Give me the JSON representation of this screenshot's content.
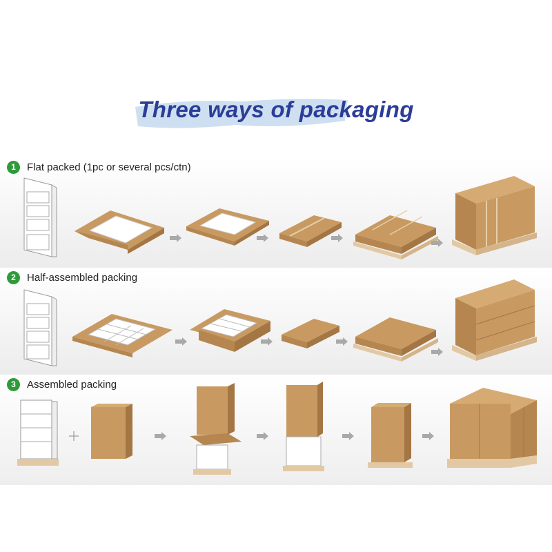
{
  "title": "Three ways of packaging",
  "rows": [
    {
      "number": "1",
      "label": "Flat packed (1pc or several pcs/ctn)"
    },
    {
      "number": "2",
      "label": "Half-assembled packing"
    },
    {
      "number": "3",
      "label": "Assembled packing"
    }
  ],
  "colors": {
    "title": "#2b3d97",
    "badge": "#2f9a3a",
    "carton": "#c89a62",
    "brush": "#c9dcef"
  },
  "icons": [
    "display-stand-icon",
    "open-carton-icon",
    "folded-carton-icon",
    "flat-carton-icon",
    "pallet-icon",
    "stacked-pallet-icon",
    "arrow-right-icon",
    "plus-icon"
  ]
}
